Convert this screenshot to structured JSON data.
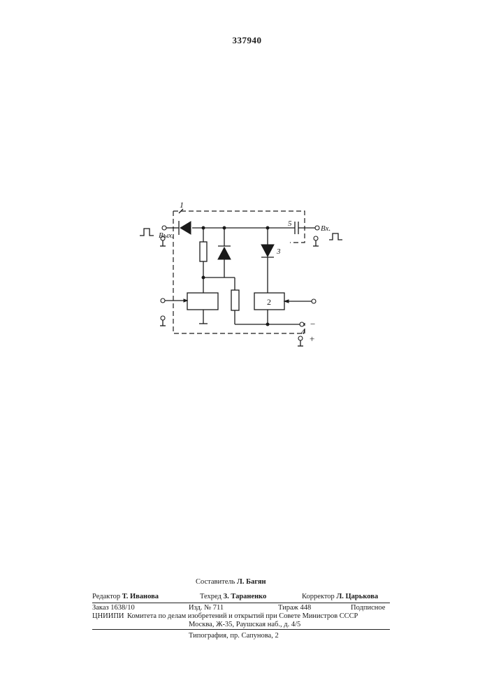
{
  "patent_number": "337940",
  "diagram": {
    "block_number": "1",
    "block_2_label": "2",
    "diode_3_label": "3",
    "terminal_4_label": "4",
    "capacitor_5_label": "5",
    "output_label": "Вых.",
    "input_label": "Вх.",
    "minus_label": "−",
    "plus_label": "+"
  },
  "imprint": {
    "compiler_role": "Составитель",
    "compiler_name": "Л. Багян",
    "editor_role": "Редактор",
    "editor_name": "Т. Иванова",
    "techred_role": "Техред",
    "techred_name": "З. Тараненко",
    "corrector_role": "Корректор",
    "corrector_name": "Л. Царькова",
    "order": "Заказ 1638/10",
    "edition": "Изд. № 711",
    "circulation": "Тираж 448",
    "subscription": "Подписное",
    "org_name": "ЦНИИПИ",
    "org_line1": "Комитета по делам изобретений и открытий при Совете Министров СССР",
    "org_line2": "Москва, Ж-35, Раушская наб., д. 4/5",
    "printing": "Типография, пр. Сапунова, 2"
  }
}
